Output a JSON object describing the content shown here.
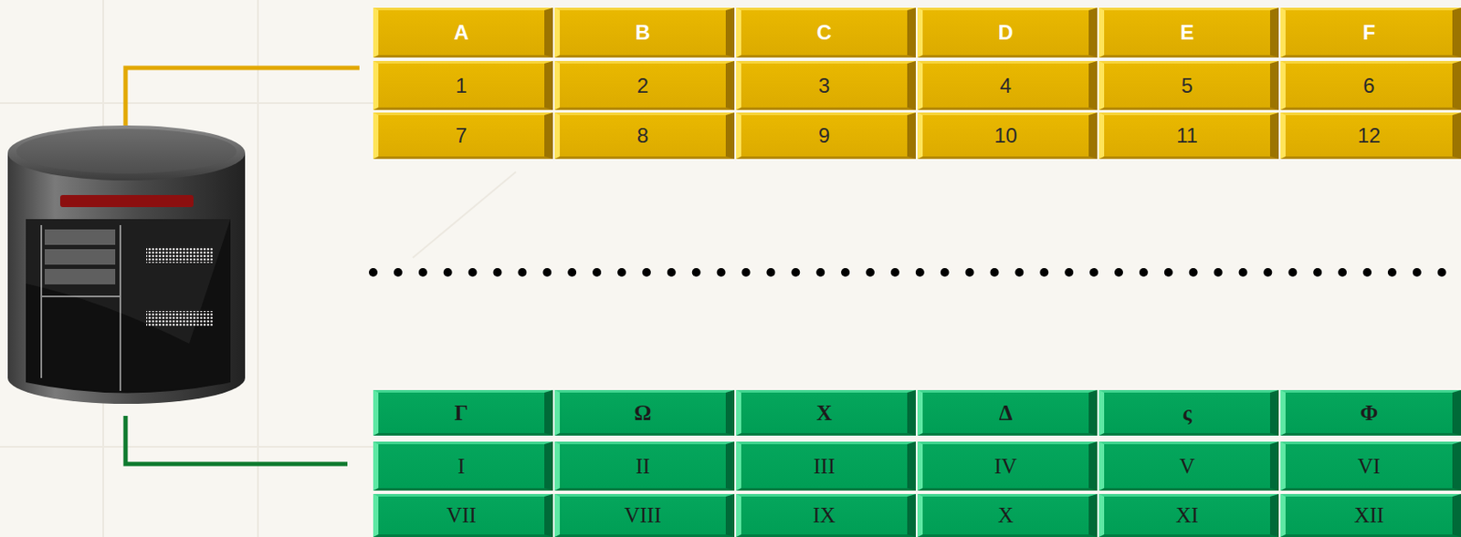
{
  "diagram": {
    "labels": [
      "A",
      "B",
      "C",
      "D",
      "E",
      "F",
      "1",
      "2",
      "3",
      "4",
      "5",
      "6",
      "7",
      "8",
      "9",
      "10",
      "11",
      "12",
      "Γ",
      "Ω",
      "Χ",
      "Δ",
      "ς",
      "Φ",
      "I",
      "II",
      "III",
      "IV",
      "V",
      "VI",
      "VII",
      "VIII",
      "IX",
      "X",
      "XI",
      "XII"
    ]
  }
}
